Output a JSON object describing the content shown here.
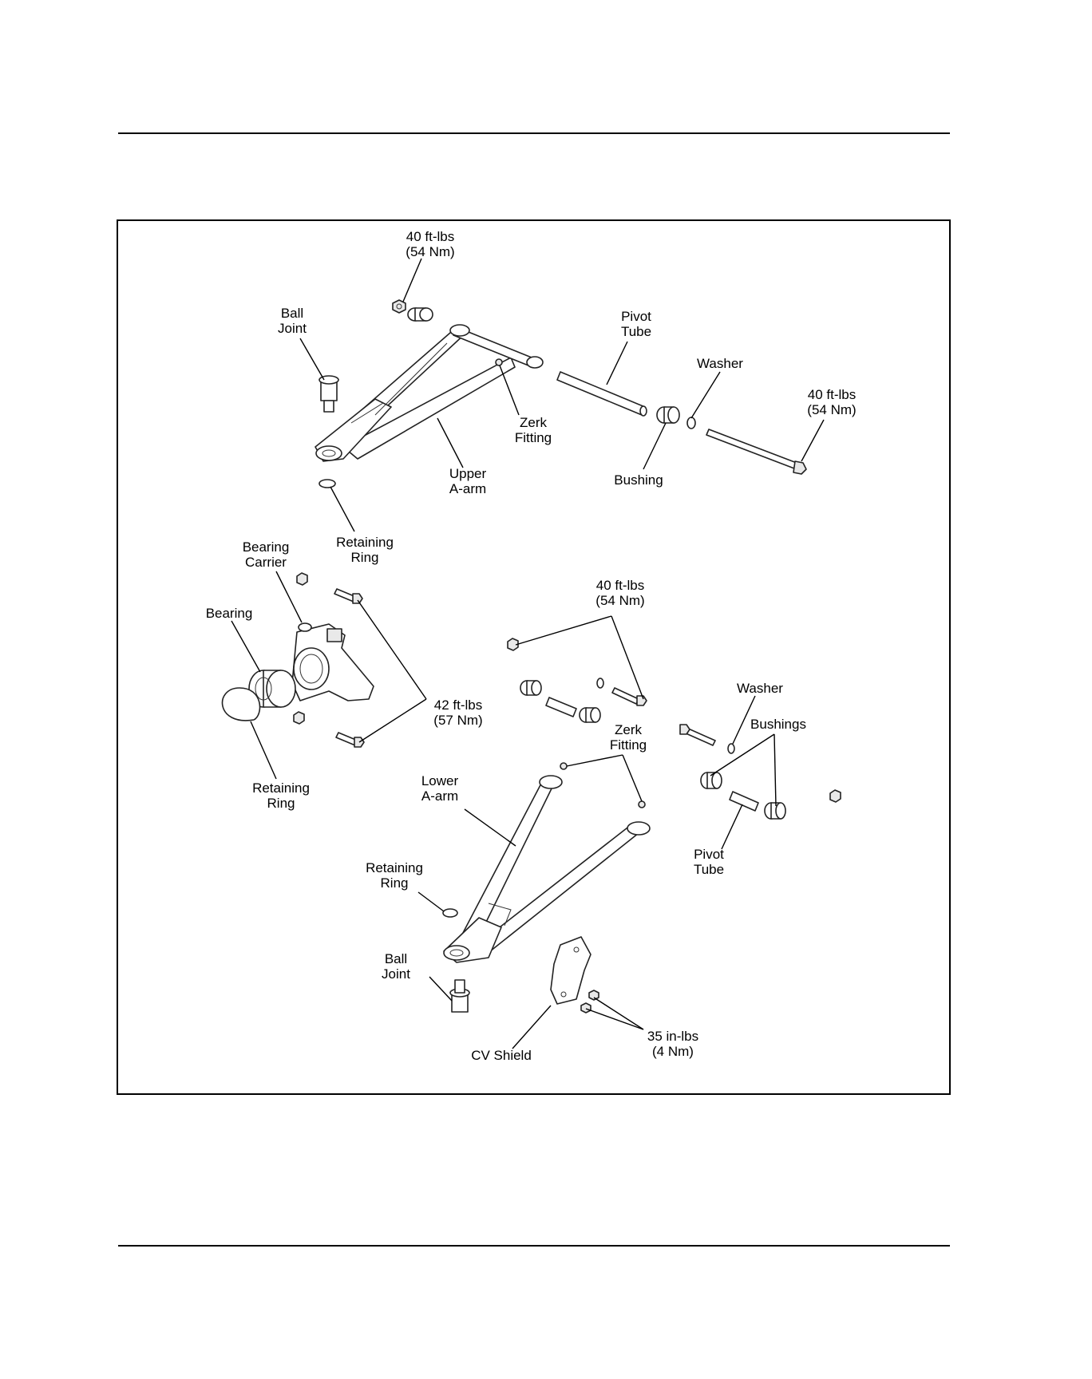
{
  "labels": {
    "torque_top": [
      "40 ft-lbs",
      "(54 Nm)"
    ],
    "ball_joint_upper": [
      "Ball",
      "Joint"
    ],
    "pivot_tube_upper": [
      "Pivot",
      "Tube"
    ],
    "washer_upper": [
      "Washer"
    ],
    "torque_bolt_upper": [
      "40 ft-lbs",
      "(54 Nm)"
    ],
    "zerk_upper": [
      "Zerk",
      "Fitting"
    ],
    "upper_aarm": [
      "Upper",
      "A-arm"
    ],
    "bushing_upper": [
      "Bushing"
    ],
    "retaining_ring_upper": [
      "Retaining",
      "Ring"
    ],
    "bearing_carrier": [
      "Bearing",
      "Carrier"
    ],
    "bearing": [
      "Bearing"
    ],
    "torque_lower": [
      "40 ft-lbs",
      "(54 Nm)"
    ],
    "torque_carrier": [
      "42 ft-lbs",
      "(57 Nm)"
    ],
    "retaining_ring_left": [
      "Retaining",
      "Ring"
    ],
    "washer_lower": [
      "Washer"
    ],
    "zerk_lower": [
      "Zerk",
      "Fitting"
    ],
    "bushings_lower": [
      "Bushings"
    ],
    "lower_aarm": [
      "Lower",
      "A-arm"
    ],
    "pivot_tube_lower": [
      "Pivot",
      "Tube"
    ],
    "retaining_ring_lower": [
      "Retaining",
      "Ring"
    ],
    "ball_joint_lower": [
      "Ball",
      "Joint"
    ],
    "torque_shield": [
      "35 in-lbs",
      "(4 Nm)"
    ],
    "cv_shield": [
      "CV Shield"
    ]
  }
}
